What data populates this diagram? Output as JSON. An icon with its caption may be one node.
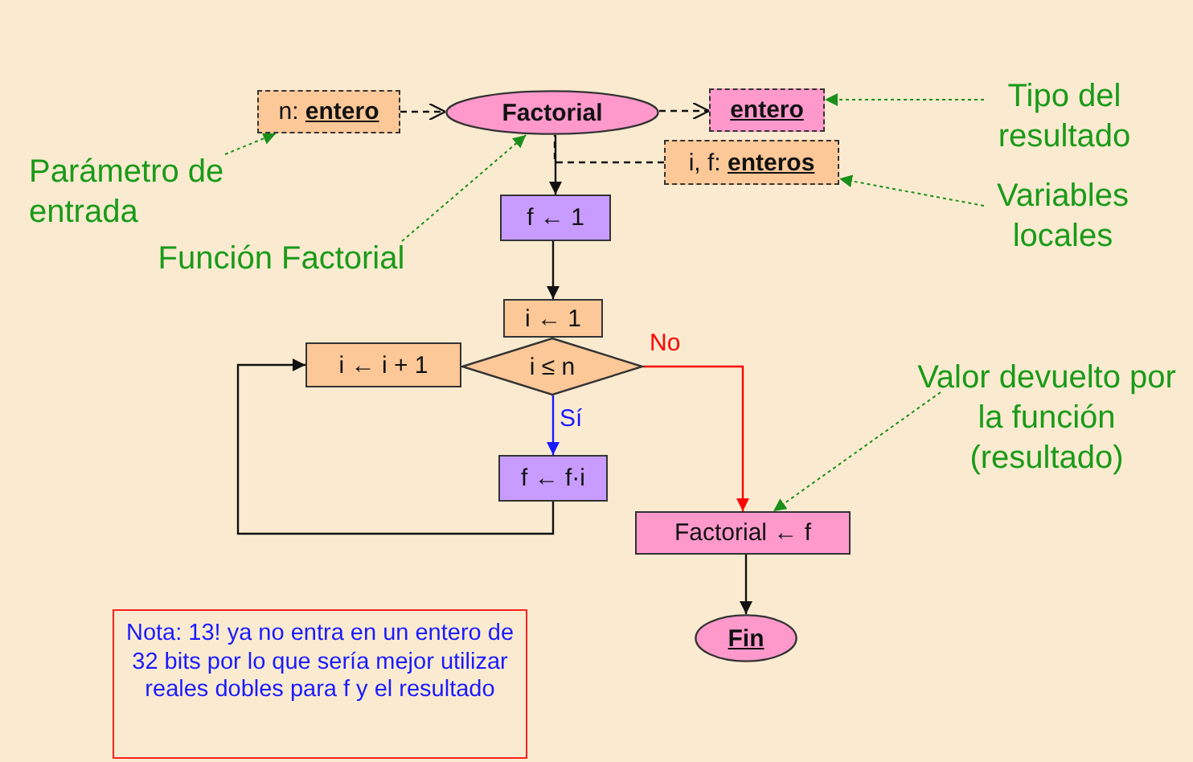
{
  "diagram": {
    "nodes": [
      {
        "text": [
          "n: **entero**"
        ]
      },
      {
        "text": [
          "Factorial"
        ]
      },
      {
        "text": [
          "entero"
        ]
      },
      {
        "text": [
          "i, f: **enteros**"
        ]
      },
      {
        "text": [
          "f ← 1"
        ]
      },
      {
        "text": [
          "i ← 1"
        ]
      },
      {
        "text": [
          "i ≤ n"
        ]
      },
      {
        "text": [
          "i ← i + 1"
        ]
      },
      {
        "text": [
          "f ← f·i"
        ]
      },
      {
        "text": [
          "Factorial ← f"
        ]
      },
      {
        "text": [
          "Fin"
        ]
      },
      {
        "text": [
          "Nota: 13! ya no entra en un entero de 32 bits por lo que sería mejor utilizar reales dobles para f y el resultado"
        ]
      },
      {
        "text": [
          "Tipo del resultado"
        ]
      },
      {
        "text": [
          "Variables locales"
        ]
      },
      {
        "text": [
          "Parámetro de entrada"
        ]
      },
      {
        "text": [
          "Función Factorial"
        ]
      },
      {
        "text": [
          "Valor devuelto por la función (resultado)"
        ]
      }
    ],
    "edges": [
      {
        "from": 0,
        "to": 1,
        "arrow": "to",
        "style": "dashed"
      },
      {
        "from": 1,
        "to": 2,
        "arrow": "to",
        "style": "dashed"
      },
      {
        "from": 3,
        "to": 1,
        "arrow": "none",
        "style": "dashed"
      },
      {
        "from": 1,
        "to": 4,
        "arrow": "to"
      },
      {
        "from": 4,
        "to": 5,
        "arrow": "to"
      },
      {
        "from": 6,
        "to": 8,
        "arrow": "to",
        "label": "Sí",
        "color": "#1a1aff"
      },
      {
        "from": 6,
        "to": 9,
        "arrow": "to",
        "label": "No",
        "color": "#ff0000"
      },
      {
        "from": 8,
        "to": 7,
        "arrow": "to"
      },
      {
        "from": 9,
        "to": 10,
        "arrow": "to"
      },
      {
        "from": 12,
        "to": 2,
        "arrow": "to",
        "style": "dashed",
        "color": "#1a8f1a"
      },
      {
        "from": 13,
        "to": 3,
        "arrow": "to",
        "style": "dashed",
        "color": "#1a8f1a"
      },
      {
        "from": 14,
        "to": 0,
        "arrow": "to",
        "style": "dashed",
        "color": "#1a8f1a"
      },
      {
        "from": 15,
        "to": 1,
        "arrow": "to",
        "style": "dashed",
        "color": "#1a8f1a"
      },
      {
        "from": 16,
        "to": 9,
        "arrow": "to",
        "style": "dashed",
        "color": "#1a8f1a"
      }
    ]
  }
}
